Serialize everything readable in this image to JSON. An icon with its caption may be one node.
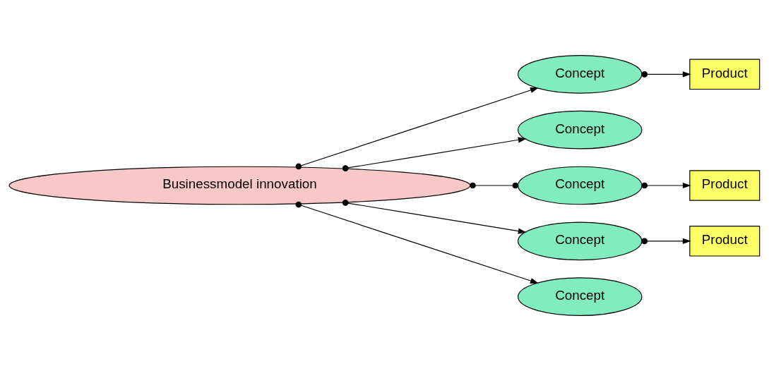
{
  "diagram": {
    "nodes": [
      {
        "text": [
          "Businessmodel innovation"
        ]
      },
      {
        "text": [
          "Concept"
        ]
      },
      {
        "text": [
          "Product"
        ]
      },
      {
        "text": [
          "Concept"
        ]
      },
      {
        "text": [
          "Concept"
        ]
      },
      {
        "text": [
          "Product"
        ]
      },
      {
        "text": [
          "Concept"
        ]
      },
      {
        "text": [
          "Product"
        ]
      },
      {
        "text": [
          "Concept"
        ]
      }
    ],
    "edges": [
      {
        "from": 0,
        "to": 1,
        "arrow": "to"
      },
      {
        "from": 1,
        "to": 2,
        "arrow": "to"
      },
      {
        "from": 0,
        "to": 3,
        "arrow": "to"
      },
      {
        "from": 0,
        "to": 4,
        "arrow": "other"
      },
      {
        "from": 4,
        "to": 5,
        "arrow": "to"
      },
      {
        "from": 0,
        "to": 6,
        "arrow": "to"
      },
      {
        "from": 6,
        "to": 7,
        "arrow": "to"
      },
      {
        "from": 0,
        "to": 8,
        "arrow": "to"
      }
    ]
  }
}
